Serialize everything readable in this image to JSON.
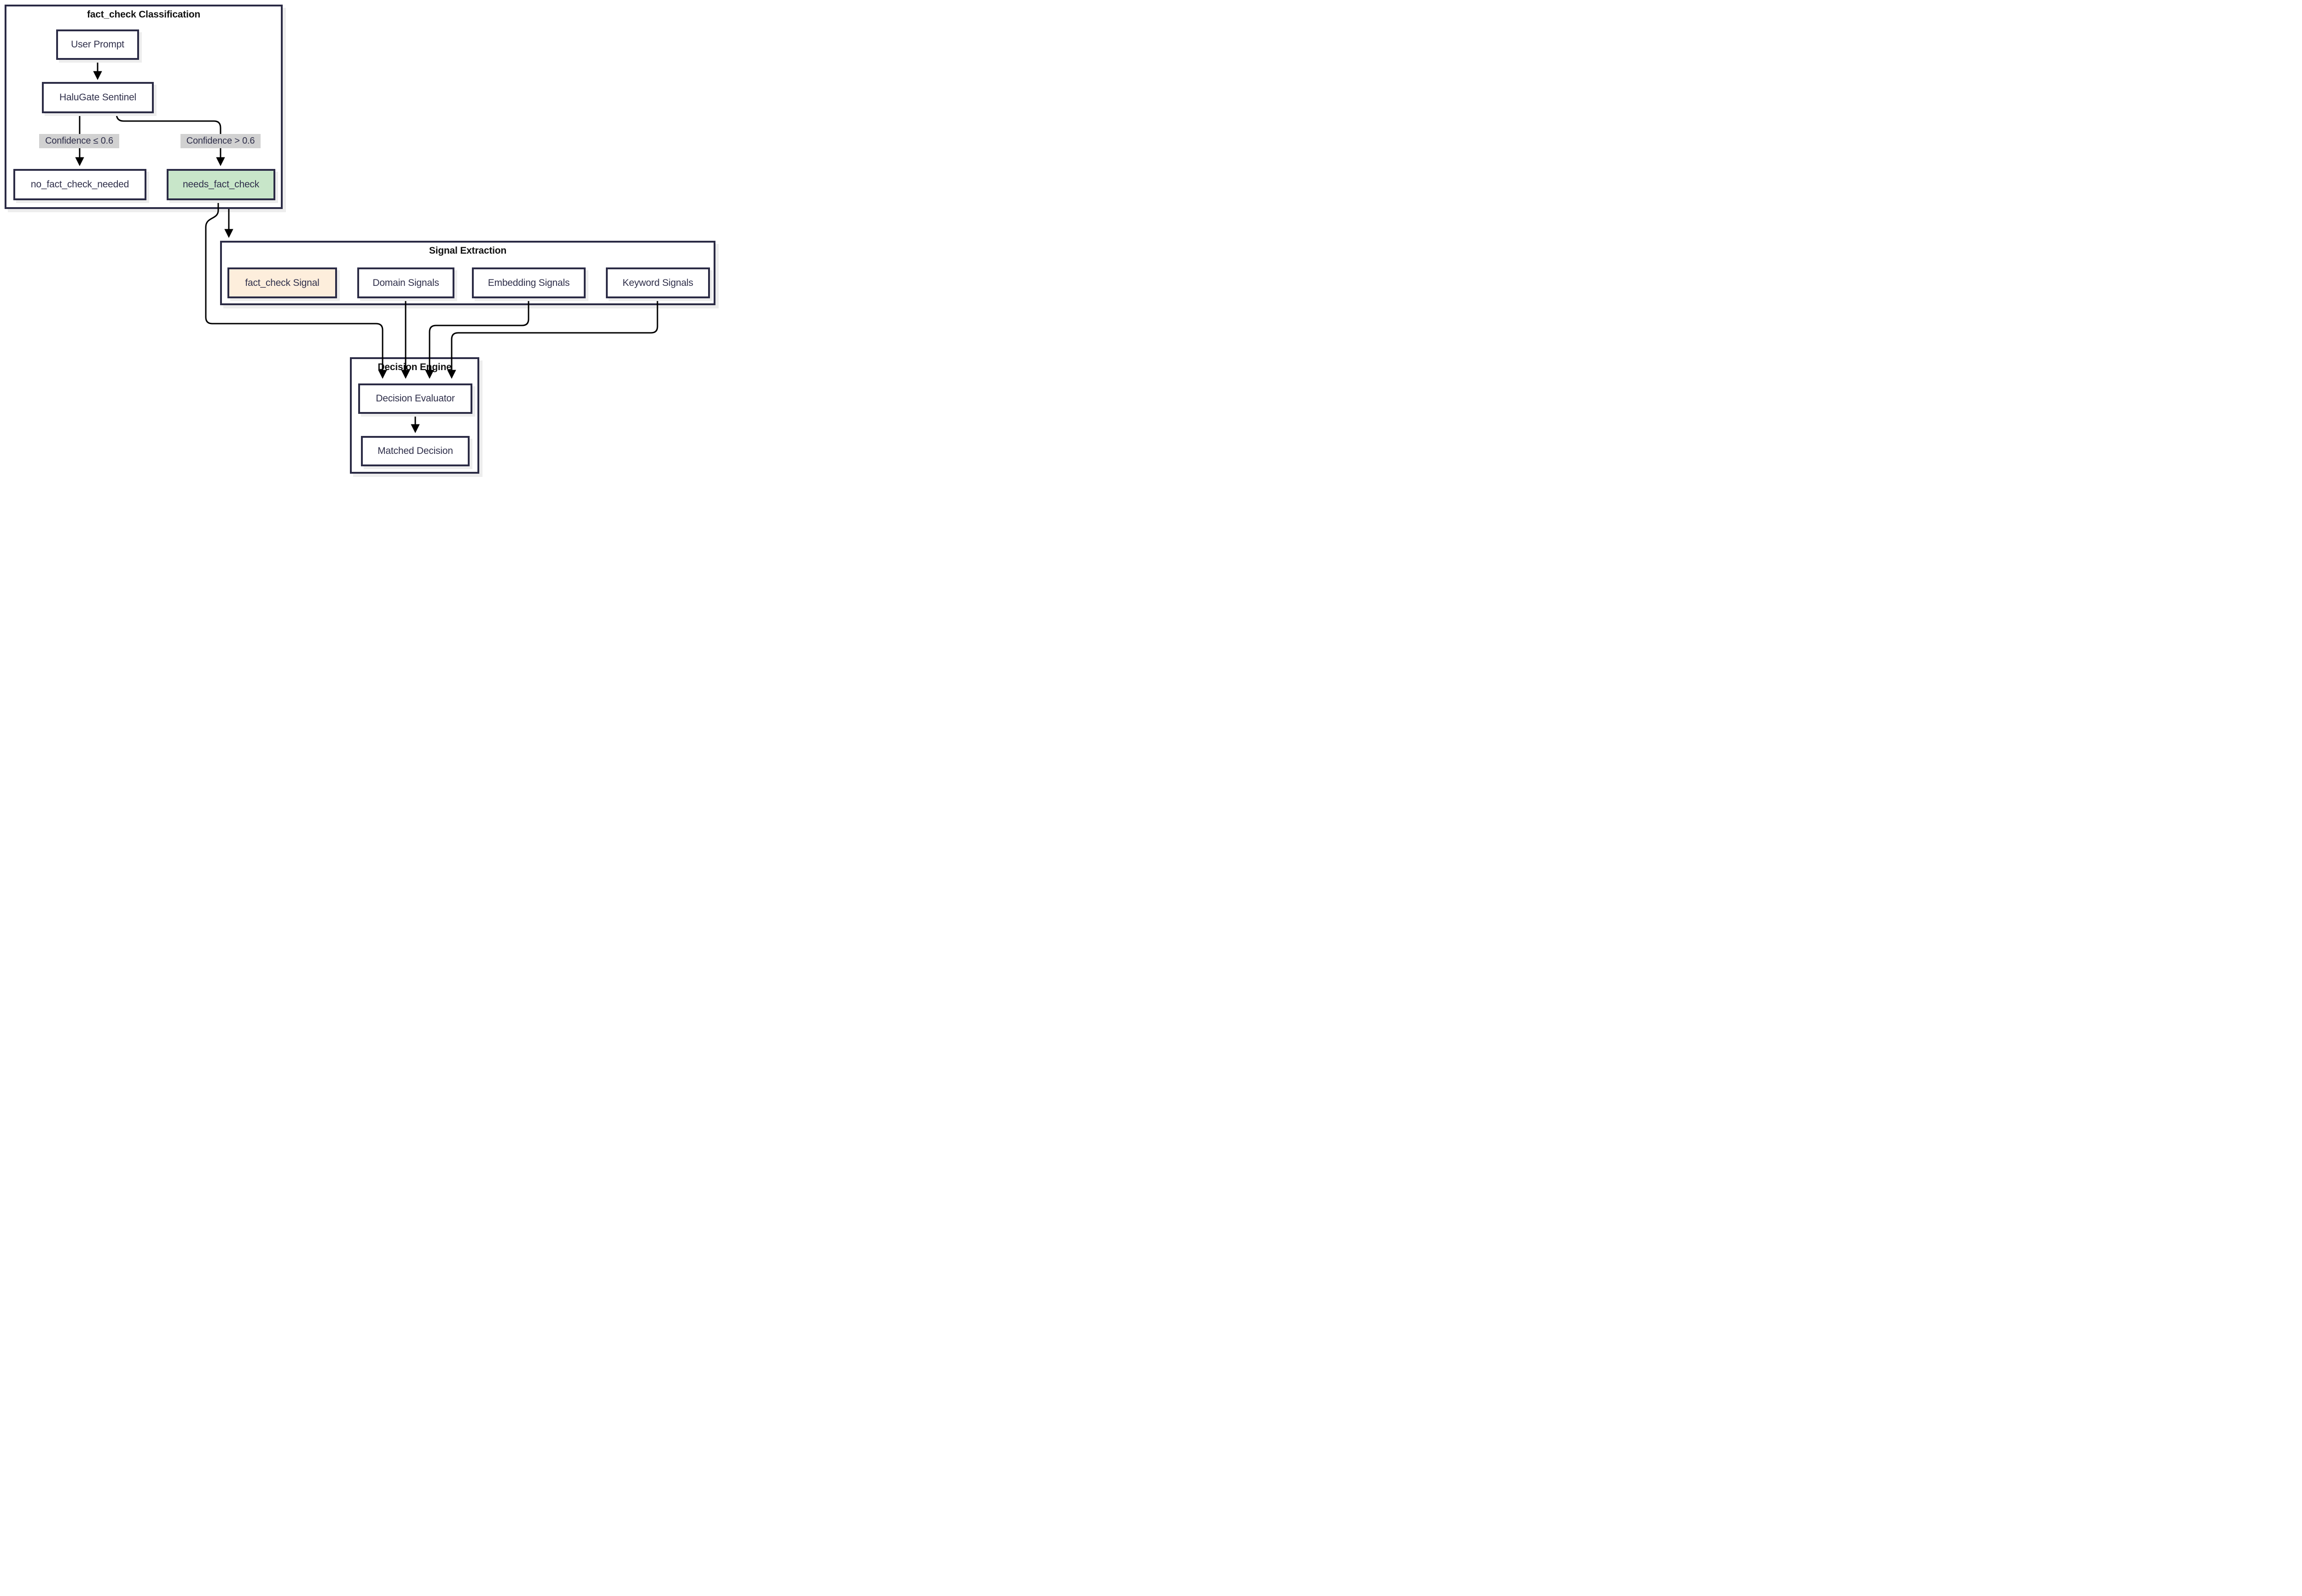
{
  "diagram": {
    "type": "flowchart",
    "colors": {
      "background": "#ffffff",
      "node_border": "#2b2b45",
      "node_text": "#2f2f4a",
      "cluster_title_text": "#111111",
      "edge_stroke": "#000000",
      "green_fill": "#c8e6c9",
      "peach_fill": "#fdeedc",
      "edge_label_bg": "#d1d1d1",
      "shadow": "#ededed"
    },
    "subgraphs": {
      "classification": {
        "title": "fact_check Classification"
      },
      "signal_extraction": {
        "title": "Signal Extraction"
      },
      "decision_engine": {
        "title": "Decision Engine"
      }
    },
    "nodes": {
      "user_prompt": {
        "label": "User Prompt",
        "fill": "white"
      },
      "halugate_sentinel": {
        "label": "HaluGate Sentinel",
        "fill": "white"
      },
      "no_fact_check_needed": {
        "label": "no_fact_check_needed",
        "fill": "white"
      },
      "needs_fact_check": {
        "label": "needs_fact_check",
        "fill": "green"
      },
      "fact_check_signal": {
        "label": "fact_check Signal",
        "fill": "peach"
      },
      "domain_signals": {
        "label": "Domain Signals",
        "fill": "white"
      },
      "embedding_signals": {
        "label": "Embedding Signals",
        "fill": "white"
      },
      "keyword_signals": {
        "label": "Keyword Signals",
        "fill": "white"
      },
      "decision_evaluator": {
        "label": "Decision Evaluator",
        "fill": "white"
      },
      "matched_decision": {
        "label": "Matched Decision",
        "fill": "white"
      }
    },
    "edge_labels": {
      "low_confidence": {
        "text": "Confidence ≤ 0.6"
      },
      "high_confidence": {
        "text": "Confidence > 0.6"
      }
    },
    "edges": [
      {
        "from": "user_prompt",
        "to": "halugate_sentinel"
      },
      {
        "from": "halugate_sentinel",
        "to": "no_fact_check_needed",
        "label": "Confidence ≤ 0.6"
      },
      {
        "from": "halugate_sentinel",
        "to": "needs_fact_check",
        "label": "Confidence > 0.6"
      },
      {
        "from": "needs_fact_check",
        "to": "signal_extraction"
      },
      {
        "from": "needs_fact_check",
        "to": "decision_evaluator"
      },
      {
        "from": "domain_signals",
        "to": "decision_evaluator"
      },
      {
        "from": "embedding_signals",
        "to": "decision_evaluator"
      },
      {
        "from": "keyword_signals",
        "to": "decision_evaluator"
      },
      {
        "from": "decision_evaluator",
        "to": "matched_decision"
      }
    ]
  }
}
